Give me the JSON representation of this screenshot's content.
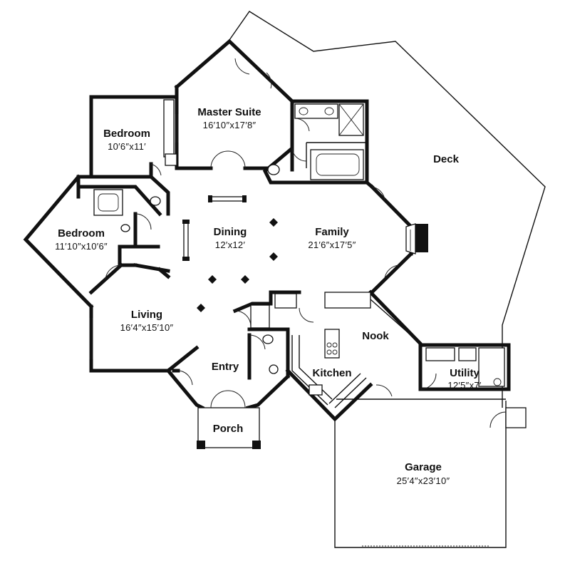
{
  "rooms": {
    "master_suite": {
      "name": "Master Suite",
      "dim": "16′10″x17′8″"
    },
    "bedroom_1": {
      "name": "Bedroom",
      "dim": "10′6″x11′"
    },
    "bedroom_2": {
      "name": "Bedroom",
      "dim": "11′10″x10′6″"
    },
    "dining": {
      "name": "Dining",
      "dim": "12′x12′"
    },
    "family": {
      "name": "Family",
      "dim": "21′6″x17′5″"
    },
    "living": {
      "name": "Living",
      "dim": "16′4″x15′10″"
    },
    "entry": {
      "name": "Entry"
    },
    "porch": {
      "name": "Porch"
    },
    "kitchen": {
      "name": "Kitchen"
    },
    "nook": {
      "name": "Nook"
    },
    "utility": {
      "name": "Utility",
      "dim": "12′5″x7′"
    },
    "garage": {
      "name": "Garage",
      "dim": "25′4″x23′10″"
    },
    "deck": {
      "name": "Deck"
    }
  }
}
